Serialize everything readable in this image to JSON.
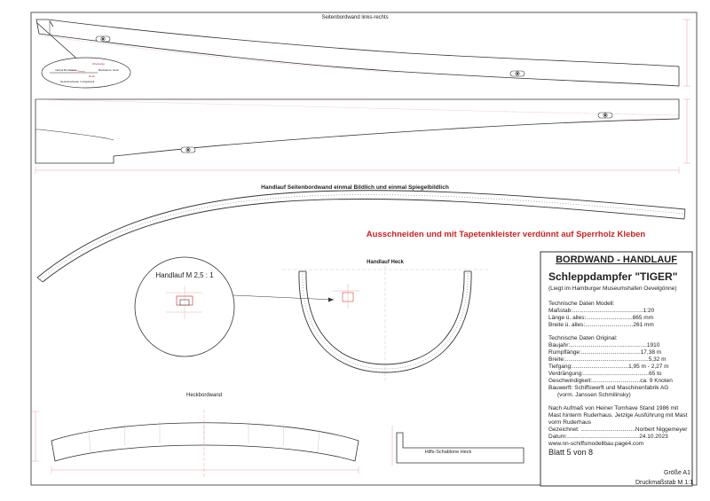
{
  "drawing": {
    "top_label": "Seitenbordwand links-rechts",
    "handlauf_instruction": "Handlauf Seitenbordwand einmal Bildlich und einmal Spiegelbildlich",
    "red_instruction": "Ausschneiden und mit Tapetenkleister verdünnt auf Sperrholz Kleben",
    "detail_label": "Handlauf M 2,5 : 1",
    "handlauf_heck_label": "Handlauf Heck",
    "heckbordwand_label": "Heckbordwand",
    "hilfs_label": "Hilfs-Schablone Heck",
    "callout_labels": [
      "Oberkante",
      "Verlauf Bordwand",
      "Bordwand / Heck",
      "Deck",
      "Deckunterkante / Längsbank"
    ]
  },
  "title_block": {
    "title": "BORDWAND - HANDLAUF",
    "subtitle": "Schleppdampfer \"TIGER\"",
    "location": "(Liegt im Hamburger Museumshafen Oevelgönne)",
    "model_heading": "Technische Daten Modell:",
    "model_lines": [
      "Maßstab:............................................1:20",
      "Länge ü. alles:.............................865 mm",
      "Breite ü. alles:..............................261 mm"
    ],
    "original_heading": "Technische Daten Original:",
    "original_lines": [
      "Baujahr:................................................1910",
      "Rumpflänge:.....................................17,38 m",
      "Breite:....................................................5,32 m",
      "Tiefgang:...................................1,95 m - 2,27 m",
      "Verdrängung:.........................................65 to",
      "Geschwindigkeit:..............................ca. 9 Knoten",
      "Bauwerft: Schiffswerft und Maschinenfabrik AG",
      "(vorm. Janssen  Schmilinsky)"
    ],
    "notes_lines": [
      "Nach Aufmaß von Heiner Tomhave Stand 1986 mit",
      "Mast hinterm Ruderhaus. Jetzige Ausführung mit Mast",
      "vorm Ruderhaus",
      "Gezeichnet: ..................................Norbert Niggemeyer",
      "Datum:.............................................24.10.2023",
      "www.nn-schiffsmodellbau.page4.com"
    ],
    "sheet": "Blatt 5 von 8"
  },
  "corner": {
    "size": "Größe A1",
    "scale": "Druckmaßstab M  1:1"
  },
  "colors": {
    "line": "#333333",
    "red": "#cc1f1f",
    "dim_pink": "#e8a0a0",
    "border": "#444444"
  }
}
